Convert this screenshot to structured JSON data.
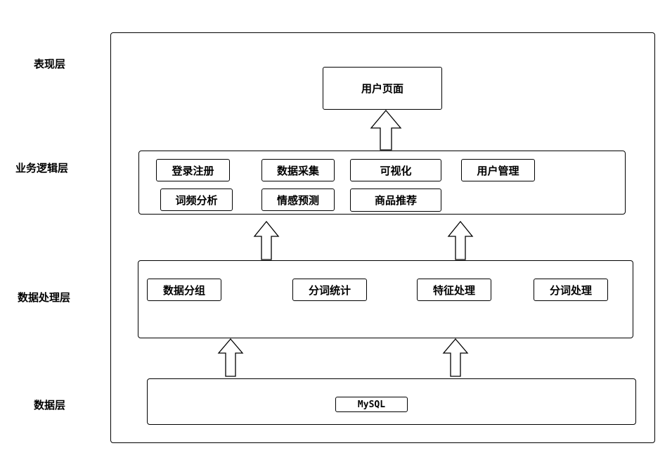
{
  "layers": {
    "presentation": "表现层",
    "business": "业务逻辑层",
    "processing": "数据处理层",
    "data": "数据层"
  },
  "presentation": {
    "user_page": "用户页面"
  },
  "business": {
    "items": [
      "登录注册",
      "数据采集",
      "可视化",
      "用户管理",
      "词频分析",
      "情感预测",
      "商品推荐"
    ]
  },
  "processing": {
    "items": [
      "数据分组",
      "分词统计",
      "特征处理",
      "分词处理"
    ]
  },
  "data": {
    "db": "MySQL"
  }
}
